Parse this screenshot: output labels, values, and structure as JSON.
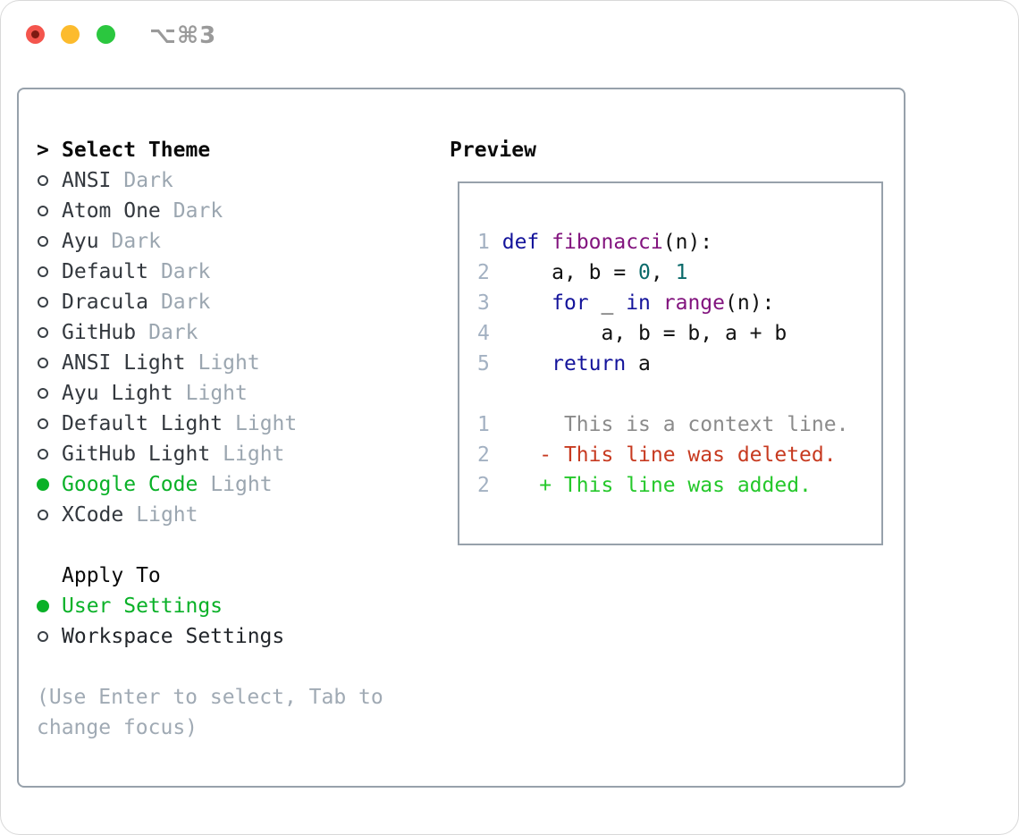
{
  "titlebar": {
    "shortcut": "⌥⌘3"
  },
  "panel": {
    "select_theme": {
      "prompt": ">",
      "header": "Select Theme",
      "items": [
        {
          "name": "ANSI",
          "variant": "Dark",
          "selected": false
        },
        {
          "name": "Atom One",
          "variant": "Dark",
          "selected": false
        },
        {
          "name": "Ayu",
          "variant": "Dark",
          "selected": false
        },
        {
          "name": "Default",
          "variant": "Dark",
          "selected": false
        },
        {
          "name": "Dracula",
          "variant": "Dark",
          "selected": false
        },
        {
          "name": "GitHub",
          "variant": "Dark",
          "selected": false
        },
        {
          "name": "ANSI Light",
          "variant": "Light",
          "selected": false
        },
        {
          "name": "Ayu Light",
          "variant": "Light",
          "selected": false
        },
        {
          "name": "Default Light",
          "variant": "Light",
          "selected": false
        },
        {
          "name": "GitHub Light",
          "variant": "Light",
          "selected": false
        },
        {
          "name": "Google Code",
          "variant": "Light",
          "selected": true
        },
        {
          "name": "XCode",
          "variant": "Light",
          "selected": false
        }
      ]
    },
    "apply_to": {
      "header": "Apply To",
      "items": [
        {
          "name": "User Settings",
          "selected": true
        },
        {
          "name": "Workspace Settings",
          "selected": false
        }
      ]
    },
    "hint_line1": "(Use Enter to select, Tab to",
    "hint_line2": "change focus)",
    "preview": {
      "header": "Preview",
      "code_lines": [
        {
          "num": "1",
          "tokens": [
            {
              "t": "def",
              "c": "kwd"
            },
            {
              "t": " ",
              "c": "pln"
            },
            {
              "t": "fibonacci",
              "c": "typ"
            },
            {
              "t": "(n):",
              "c": "pln"
            }
          ]
        },
        {
          "num": "2",
          "tokens": [
            {
              "t": "    a, b = ",
              "c": "pln"
            },
            {
              "t": "0",
              "c": "lit"
            },
            {
              "t": ", ",
              "c": "pln"
            },
            {
              "t": "1",
              "c": "lit"
            }
          ]
        },
        {
          "num": "3",
          "tokens": [
            {
              "t": "    ",
              "c": "pln"
            },
            {
              "t": "for",
              "c": "kwd"
            },
            {
              "t": " _ ",
              "c": "pln"
            },
            {
              "t": "in",
              "c": "kwd"
            },
            {
              "t": " ",
              "c": "pln"
            },
            {
              "t": "range",
              "c": "typ"
            },
            {
              "t": "(n):",
              "c": "pln"
            }
          ]
        },
        {
          "num": "4",
          "tokens": [
            {
              "t": "        a, b = b, a + b",
              "c": "pln"
            }
          ]
        },
        {
          "num": "5",
          "tokens": [
            {
              "t": "    ",
              "c": "pln"
            },
            {
              "t": "return",
              "c": "kwd"
            },
            {
              "t": " a",
              "c": "pln"
            }
          ]
        }
      ],
      "diff_lines": [
        {
          "num": "1",
          "text": "     This is a context line.",
          "kind": "context"
        },
        {
          "num": "2",
          "text": "   - This line was deleted.",
          "kind": "deleted"
        },
        {
          "num": "2",
          "text": "   + This line was added.",
          "kind": "added"
        }
      ]
    }
  },
  "colors": {
    "accent_green": "#0ab128",
    "keyword_blue": "#14149b",
    "type_purple": "#82147e",
    "literal_teal": "#0a6a6a",
    "line_number_gray": "#a3b1c2",
    "context_gray": "#8b8b8b",
    "deleted_red": "#c73a20",
    "added_green": "#25c82b",
    "muted_gray": "#9ba6b0",
    "border_gray": "#97a1ab",
    "traffic_red": "#f4554d",
    "traffic_yellow": "#fcbb2d",
    "traffic_green": "#2bc73f"
  }
}
